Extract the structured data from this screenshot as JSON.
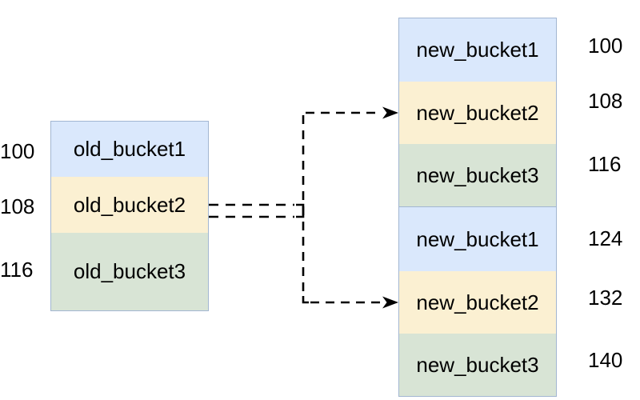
{
  "diagram": {
    "palette": {
      "bucket_blue": "#dae8fc",
      "bucket_yellow": "#fbf0d2",
      "bucket_green": "#d8e4d5",
      "stack_border": "#a2b6d2",
      "line_color": "#000000",
      "text_color": "#000000",
      "background": "#ffffff"
    },
    "old_stack": {
      "buckets": [
        {
          "label": "old_bucket1",
          "address": "100"
        },
        {
          "label": "old_bucket2",
          "address": "108"
        },
        {
          "label": "old_bucket3",
          "address": "116"
        }
      ]
    },
    "new_stack_top": {
      "buckets": [
        {
          "label": "new_bucket1",
          "address": "100"
        },
        {
          "label": "new_bucket2",
          "address": "108"
        },
        {
          "label": "new_bucket3",
          "address": "116"
        }
      ]
    },
    "new_stack_bottom": {
      "buckets": [
        {
          "label": "new_bucket1",
          "address": "124"
        },
        {
          "label": "new_bucket2",
          "address": "132"
        },
        {
          "label": "new_bucket3",
          "address": "140"
        }
      ]
    }
  }
}
